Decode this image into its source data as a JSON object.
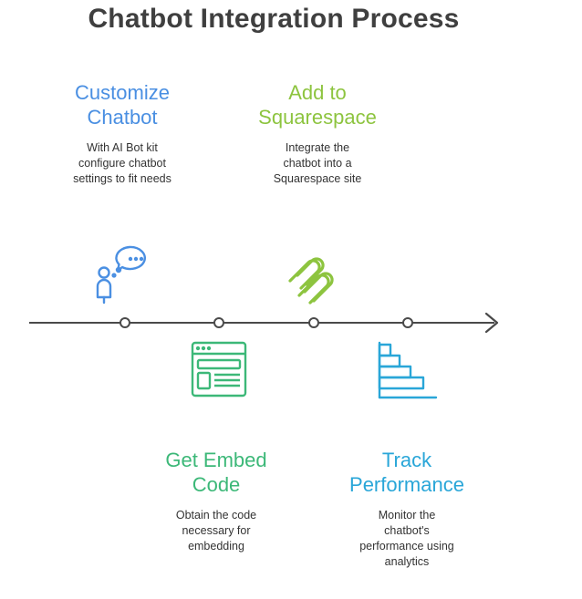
{
  "title": "Chatbot Integration Process",
  "colors": {
    "customize": "#4a8fe2",
    "squarespace": "#8dc43f",
    "embed": "#3cb878",
    "track": "#29a6d8",
    "timeline": "#4a4a4a"
  },
  "steps": [
    {
      "heading_line1": "Customize",
      "heading_line2": "Chatbot",
      "desc_line1": "With AI Bot kit",
      "desc_line2": "configure chatbot",
      "desc_line3": "settings to fit needs",
      "icon": "user-chat-bubble-icon"
    },
    {
      "heading_line1": "Add to",
      "heading_line2": "Squarespace",
      "desc_line1": "Integrate the",
      "desc_line2": "chatbot into a",
      "desc_line3": "Squarespace site",
      "icon": "squarespace-logo-icon"
    },
    {
      "heading_line1": "Get Embed",
      "heading_line2": "Code",
      "desc_line1": "Obtain the code",
      "desc_line2": "necessary for",
      "desc_line3": "embedding",
      "icon": "browser-window-code-icon"
    },
    {
      "heading_line1": "Track",
      "heading_line2": "Performance",
      "desc_line1": "Monitor the",
      "desc_line2": "chatbot's",
      "desc_line3": "performance using",
      "desc_line4": "analytics",
      "icon": "bar-chart-icon"
    }
  ]
}
